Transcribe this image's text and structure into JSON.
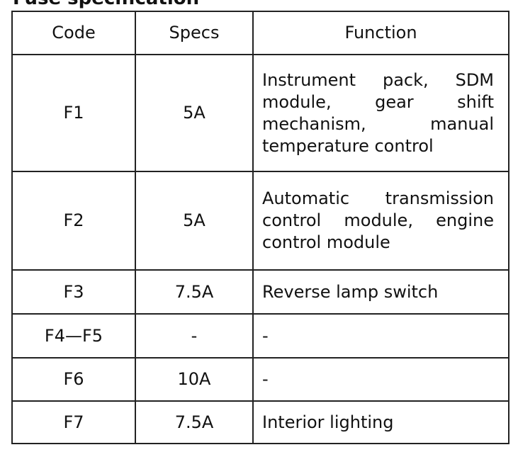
{
  "heading": "Fuse specification",
  "columns": {
    "code": "Code",
    "specs": "Specs",
    "function": "Function"
  },
  "rows": [
    {
      "code": "F1",
      "specs": "5A",
      "function": "Instrument pack, SDM module, gear shift mechanism, manual temperature control"
    },
    {
      "code": "F2",
      "specs": "5A",
      "function": "Automatic transmission control module, engine control module"
    },
    {
      "code": "F3",
      "specs": "7.5A",
      "function": "Reverse lamp switch"
    },
    {
      "code": "F4—F5",
      "specs": "-",
      "function": "-"
    },
    {
      "code": "F6",
      "specs": "10A",
      "function": "-"
    },
    {
      "code": "F7",
      "specs": "7.5A",
      "function": "Interior lighting"
    }
  ]
}
